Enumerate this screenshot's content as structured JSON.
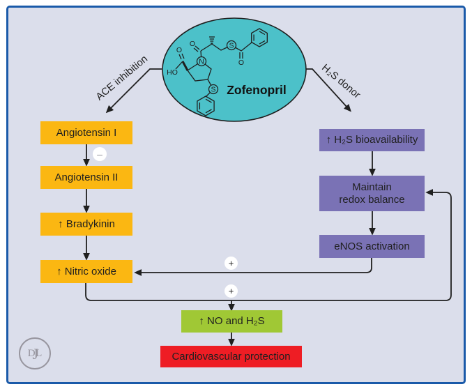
{
  "figure": {
    "title": "Zofenopril",
    "branch_left_label": "ACE inhibition",
    "branch_right_label": "H₂S donor"
  },
  "molecule": {
    "atoms": [
      "O",
      "O",
      "HO",
      "N",
      "S",
      "O",
      "S"
    ]
  },
  "left_pathway": [
    {
      "label": "Angiotensin I"
    },
    {
      "label": "Angiotensin II"
    },
    {
      "label": "↑ Bradykinin"
    },
    {
      "label": "↑ Nitric oxide"
    }
  ],
  "right_pathway": [
    {
      "label": "↑ H₂S bioavailability"
    },
    {
      "label": "Maintain",
      "label2": "redox balance"
    },
    {
      "label": "eNOS activation"
    }
  ],
  "outcome": {
    "combined": "↑ NO and H₂S",
    "final": "Cardiovascular protection"
  },
  "signs": {
    "minus": "–",
    "plus_upper": "+",
    "plus_lower": "+"
  },
  "logo": {
    "letters": [
      "D",
      "J",
      "L"
    ]
  },
  "colors": {
    "yellow": "#FBB712",
    "purple": "#7A72B5",
    "green": "#A0C835",
    "red": "#EE1D24",
    "teal": "#4CC1C9",
    "background": "#DBDEEB",
    "border": "#1A5AA9"
  }
}
